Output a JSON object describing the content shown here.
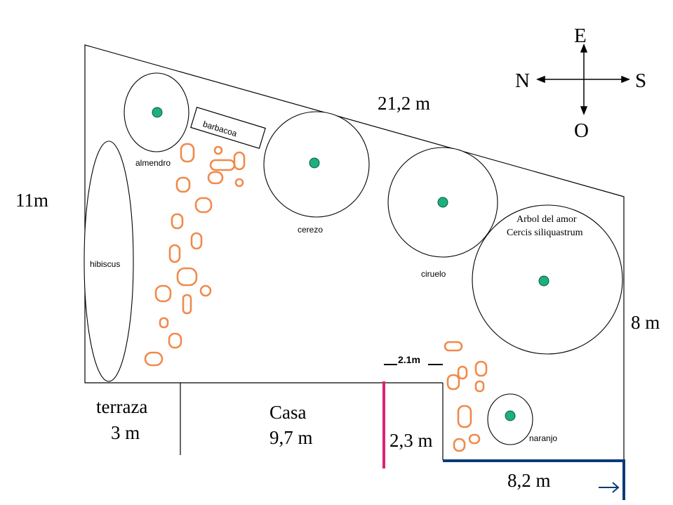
{
  "labels": {
    "top_side": "21,2 m",
    "left_side": "11m",
    "right_side": "8 m",
    "bottom_right": "8,2 m",
    "terraza": "terraza",
    "terraza_len": "3 m",
    "casa": "Casa",
    "casa_len": "9,7 m",
    "step_len": "2,3 m",
    "gap_len": "2.1m"
  },
  "compass": {
    "north": "N",
    "south": "S",
    "east": "E",
    "west": "O"
  },
  "plants": {
    "almendro": "almendro",
    "barbacoa": "barbacoa",
    "cerezo": "cerezo",
    "ciruelo": "ciruelo",
    "arbol_line1": "Arbol del amor",
    "arbol_line2": "Cercis siliquastrum",
    "hibiscus": "hibiscus",
    "naranjo": "naranjo"
  },
  "colors": {
    "trunk": "#1fae7e",
    "stones": "#f08a4b",
    "pink_marker": "#e0207a",
    "blue_marker": "#0a3a7a"
  }
}
